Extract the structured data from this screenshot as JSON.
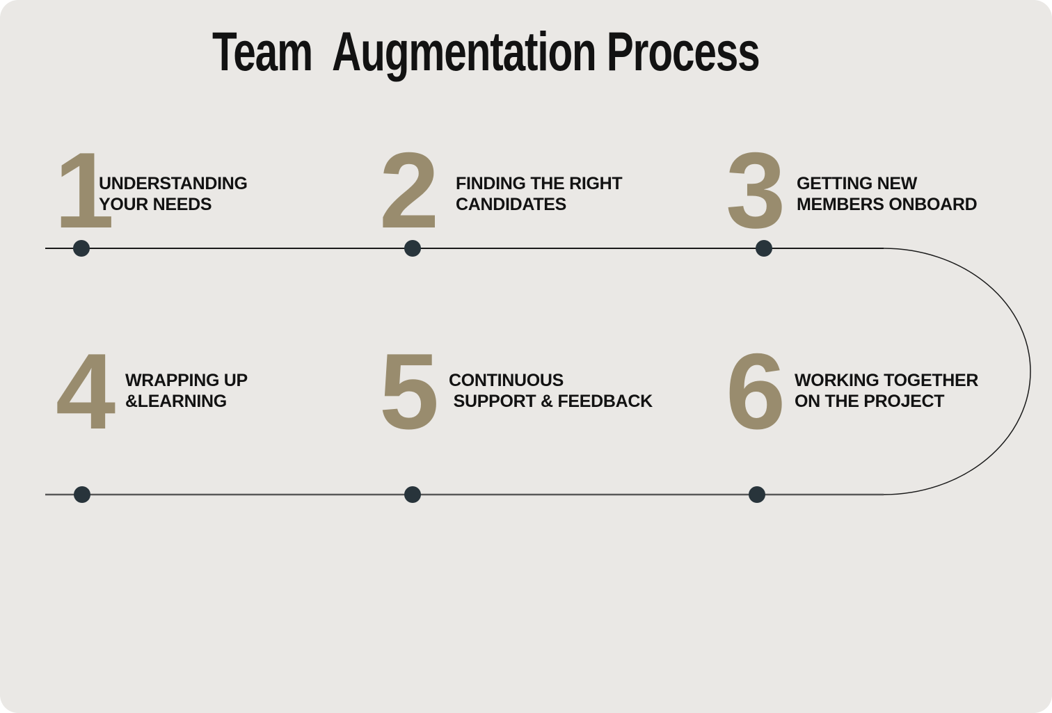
{
  "title": "Team  Augmentation Process",
  "steps": [
    {
      "number": "1",
      "label_line1": "UNDERSTANDING",
      "label_line2": "YOUR NEEDS"
    },
    {
      "number": "2",
      "label_line1": "FINDING THE RIGHT",
      "label_line2": "CANDIDATES"
    },
    {
      "number": "3",
      "label_line1": "GETTING NEW",
      "label_line2": "MEMBERS ONBOARD"
    },
    {
      "number": "4",
      "label_line1": "WRAPPING UP",
      "label_line2": "&LEARNING"
    },
    {
      "number": "5",
      "label_line1": "CONTINUOUS",
      "label_line2": " SUPPORT & FEEDBACK"
    },
    {
      "number": "6",
      "label_line1": "WORKING TOGETHER",
      "label_line2": "ON THE PROJECT"
    }
  ],
  "colors": {
    "accent": "#998C6E",
    "text": "#121212",
    "dot": "#28343B",
    "line-top": "#1A1A1A",
    "line-bottom": "#585858",
    "card-bg": "#EAE8E5",
    "page-bg": "#FFFFFF"
  }
}
